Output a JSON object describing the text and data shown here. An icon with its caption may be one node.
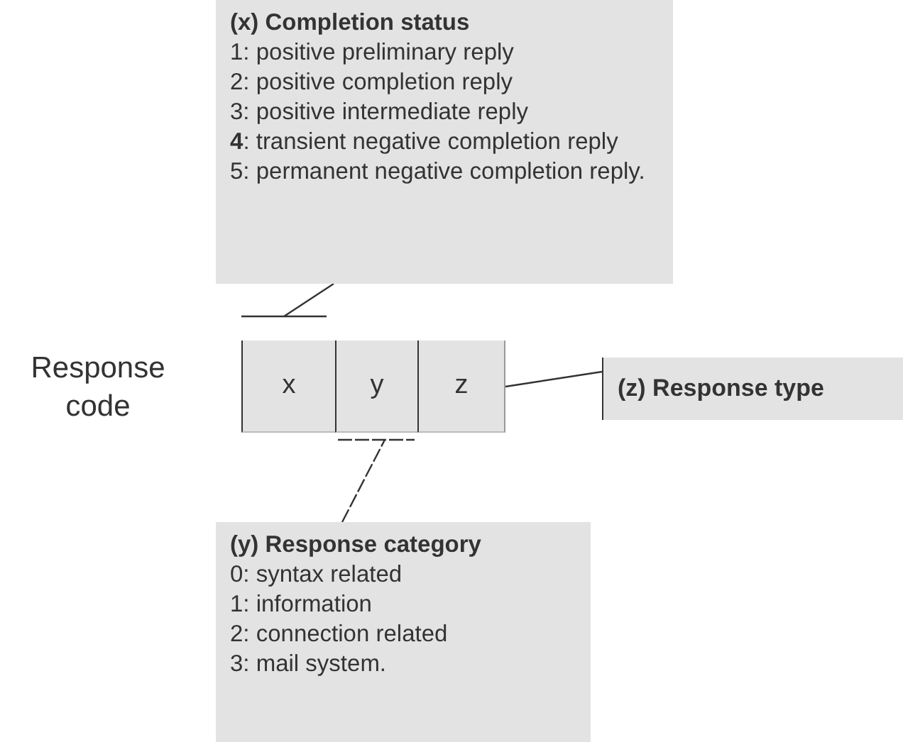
{
  "diagram": {
    "nodes": [
      {
        "text": [
          "(x) Completion status",
          "1: positive preliminary reply",
          "2: positive completion reply",
          "3: positive intermediate reply",
          "**4**: transient negative completion reply",
          "5: permanent negative completion reply."
        ]
      },
      {
        "text": [
          "x"
        ]
      },
      {
        "text": [
          "y"
        ]
      },
      {
        "text": [
          "z"
        ]
      },
      {
        "text": [
          "(z) Response type"
        ]
      },
      {
        "text": [
          "(y) Response category",
          "0: syntax related",
          "1: information",
          "2: connection related",
          "3: mail system."
        ]
      }
    ],
    "edges": [
      {
        "from": 0,
        "to": 1,
        "arrow": "none"
      },
      {
        "from": 3,
        "to": 4,
        "arrow": "none"
      },
      {
        "from": 5,
        "to": 2,
        "arrow": "none",
        "style": "dashed"
      }
    ],
    "labels": [
      "Response code"
    ]
  }
}
